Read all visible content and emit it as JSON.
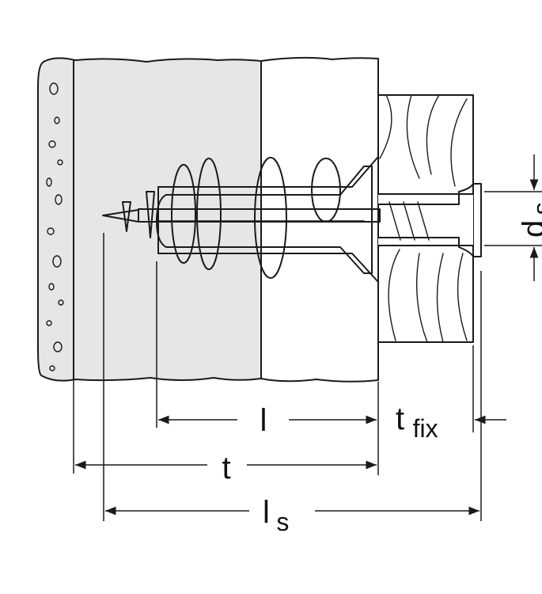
{
  "labels": {
    "l": "l",
    "t_fix_main": "t",
    "t_fix_sub": "fix",
    "t": "t",
    "ls_main": "l",
    "ls_sub": "s",
    "ds_main": "d",
    "ds_sub": "s"
  },
  "colors": {
    "line": "#1a1a1a",
    "fill_gray": "#e6e6e6",
    "background": "#ffffff"
  }
}
